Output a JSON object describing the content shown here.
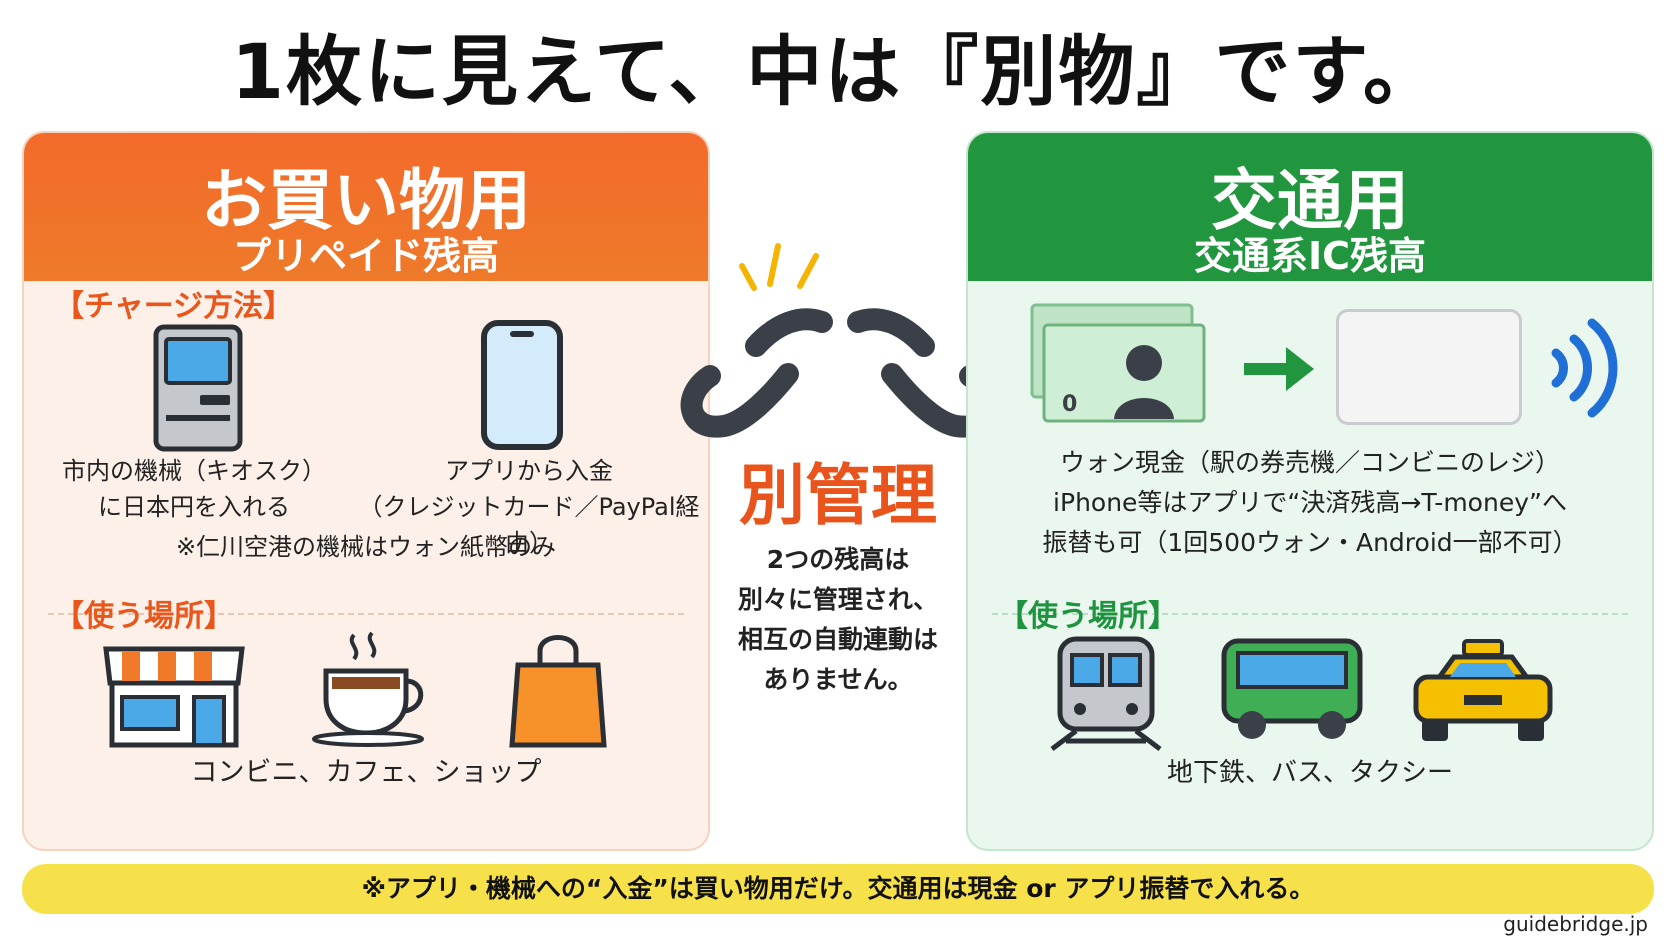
{
  "title": "1枚に見えて、中は『別物』です。",
  "shopping": {
    "heading": "お買い物用",
    "subheading": "プリペイド残高",
    "charge_label": "【チャージ方法】",
    "kiosk_line1": "市内の機械（キオスク）",
    "kiosk_line2": "に日本円を入れる",
    "app_line1": "アプリから入金",
    "app_line2": "（クレジットカード／PayPal経由）",
    "note": "※仁川空港の機械はウォン紙幣のみ",
    "places_label": "【使う場所】",
    "places": "コンビニ、カフェ、ショップ"
  },
  "center": {
    "big": "別管理",
    "note_line1": "2つの残高は",
    "note_line2": "別々に管理され、",
    "note_line3": "相互の自動連動は",
    "note_line4": "ありません。"
  },
  "transit": {
    "heading": "交通用",
    "subheading": "交通系IC残高",
    "line1": "ウォン現金（駅の券売機／コンビニのレジ）",
    "line2": "iPhone等はアプリで“決済残高→T-money”へ",
    "line3": "振替も可（1回500ウォン・Android一部不可）",
    "places_label": "【使う場所】",
    "places": "地下鉄、バス、タクシー",
    "banknote_digit": "0"
  },
  "footer": "※アプリ・機械への“入金”は買い物用だけ。交通用は現金 or アプリ振替で入れる。",
  "credit": "guidebridge.jp",
  "colors": {
    "orange": "#f06a2a",
    "green": "#22963f",
    "yellow": "#f7e14a"
  },
  "icons": [
    "kiosk-icon",
    "smartphone-icon",
    "broken-chain-icon",
    "store-icon",
    "coffee-cup-icon",
    "shopping-bag-icon",
    "banknotes-icon",
    "arrow-right-icon",
    "ic-card-icon",
    "contactless-icon",
    "train-icon",
    "bus-icon",
    "taxi-icon"
  ]
}
